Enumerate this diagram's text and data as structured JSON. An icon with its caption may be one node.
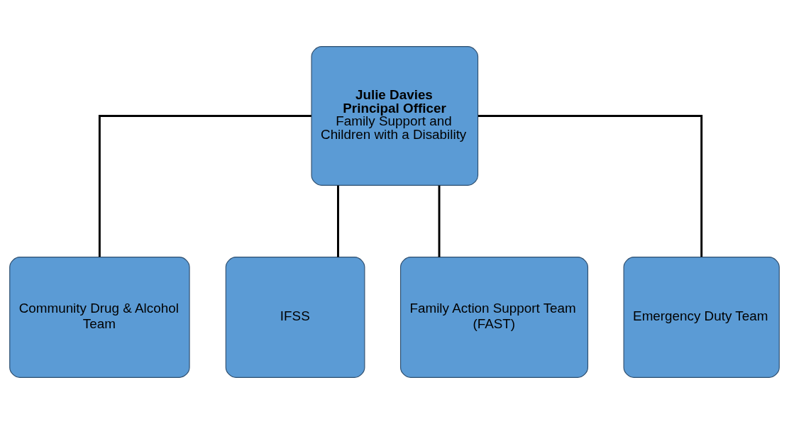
{
  "diagram": {
    "nodes": [
      {
        "text": [
          "Julie Davies",
          "Principal Officer",
          "Family Support and Children with a Disability"
        ]
      },
      {
        "text": [
          "Community Drug & Alcohol Team"
        ]
      },
      {
        "text": [
          "IFSS"
        ]
      },
      {
        "text": [
          "Family Action Support Team (FAST)"
        ]
      },
      {
        "text": [
          "Emergency Duty Team"
        ]
      }
    ],
    "edges": [
      {
        "from": 0,
        "to": 1,
        "arrow": "none"
      },
      {
        "from": 0,
        "to": 2,
        "arrow": "none"
      },
      {
        "from": 0,
        "to": 3,
        "arrow": "none"
      },
      {
        "from": 0,
        "to": 4,
        "arrow": "none"
      }
    ]
  }
}
